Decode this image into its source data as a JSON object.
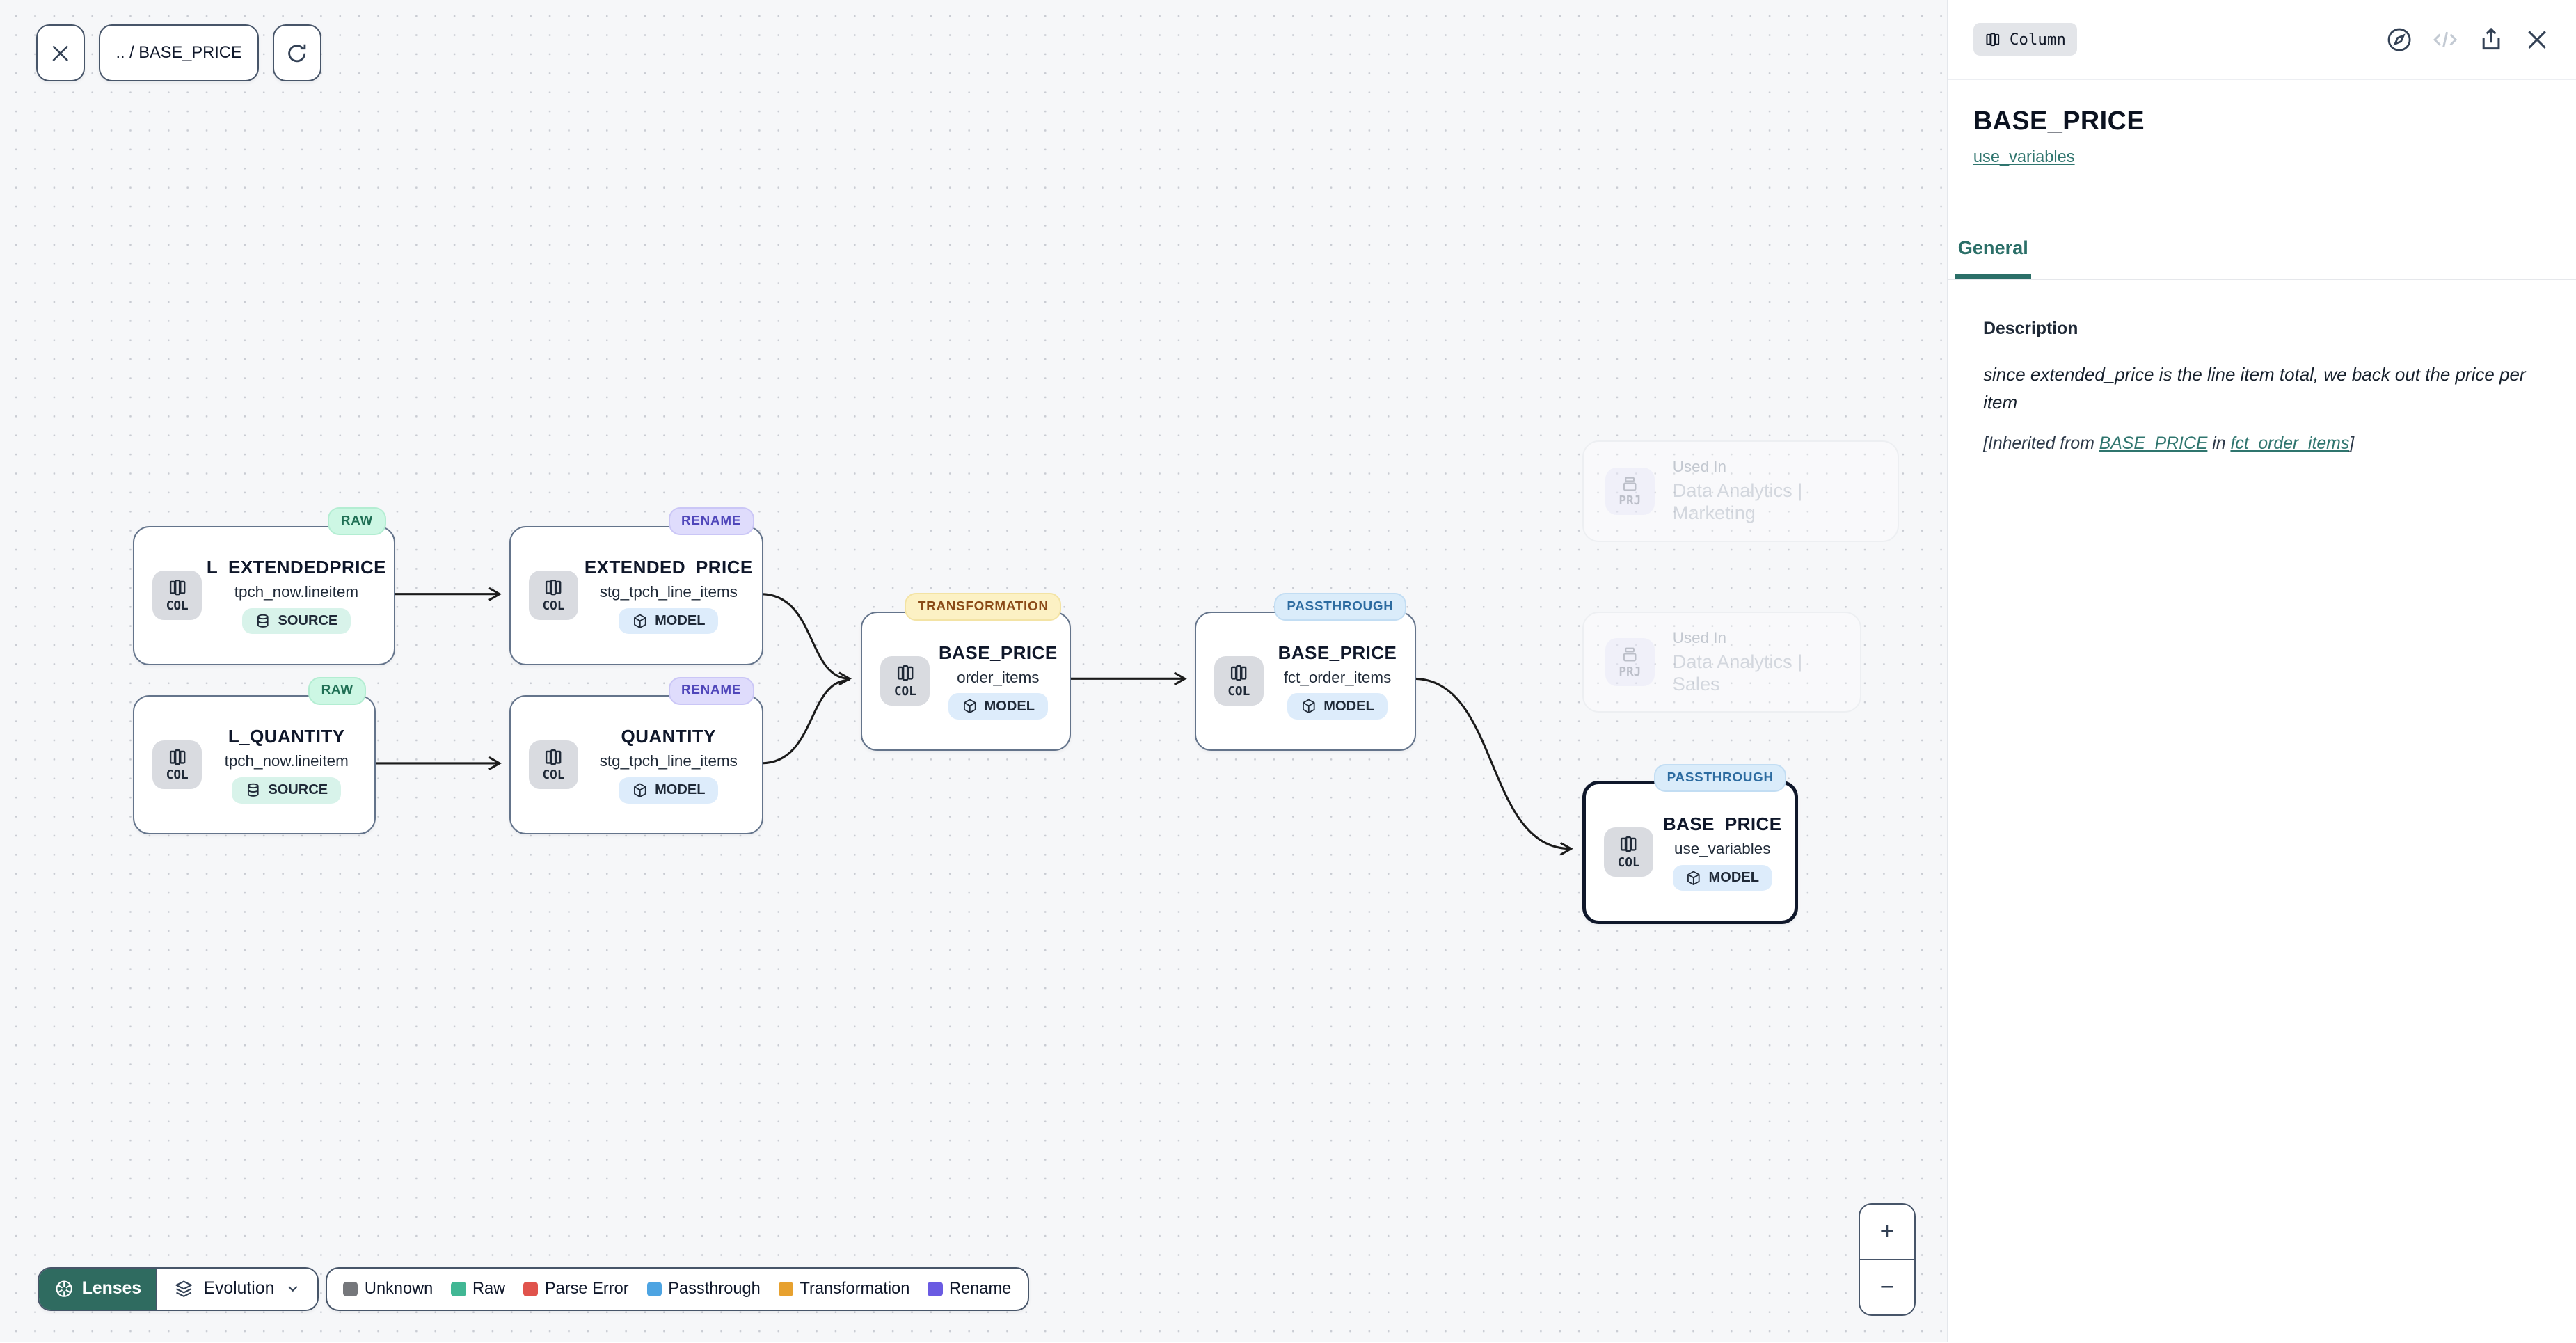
{
  "toolbar": {
    "breadcrumb": ".. / BASE_PRICE"
  },
  "canvas": {
    "column_chip_label": "COL",
    "used_in_chip_label": "PRJ",
    "nodes": [
      {
        "badge": "RAW",
        "title": "L_EXTENDEDPRICE",
        "subtitle": "tpch_now.lineitem",
        "kind": "SOURCE",
        "selected": false
      },
      {
        "badge": "RENAME",
        "title": "EXTENDED_PRICE",
        "subtitle": "stg_tpch_line_items",
        "kind": "MODEL",
        "selected": false
      },
      {
        "badge": "RAW",
        "title": "L_QUANTITY",
        "subtitle": "tpch_now.lineitem",
        "kind": "SOURCE",
        "selected": false
      },
      {
        "badge": "RENAME",
        "title": "QUANTITY",
        "subtitle": "stg_tpch_line_items",
        "kind": "MODEL",
        "selected": false
      },
      {
        "badge": "TRANSFORMATION",
        "title": "BASE_PRICE",
        "subtitle": "order_items",
        "kind": "MODEL",
        "selected": false
      },
      {
        "badge": "PASSTHROUGH",
        "title": "BASE_PRICE",
        "subtitle": "fct_order_items",
        "kind": "MODEL",
        "selected": false
      },
      {
        "badge": "PASSTHROUGH",
        "title": "BASE_PRICE",
        "subtitle": "use_variables",
        "kind": "MODEL",
        "selected": true
      }
    ],
    "used_in": [
      {
        "label": "Used In",
        "name": "Data Analytics | Marketing"
      },
      {
        "label": "Used In",
        "name": "Data Analytics | Sales"
      }
    ],
    "zoom_in": "+",
    "zoom_out": "−"
  },
  "lenses_bar": {
    "lenses_label": "Lenses",
    "lens_selected": "Evolution"
  },
  "legend": {
    "items": [
      {
        "label": "Unknown",
        "color": "#75777b"
      },
      {
        "label": "Raw",
        "color": "#41b794"
      },
      {
        "label": "Parse Error",
        "color": "#e0534c"
      },
      {
        "label": "Passthrough",
        "color": "#4da4e2"
      },
      {
        "label": "Transformation",
        "color": "#e7a12f"
      },
      {
        "label": "Rename",
        "color": "#6a5be2"
      }
    ]
  },
  "panel": {
    "type_badge": "Column",
    "title": "BASE_PRICE",
    "subtitle_link": "use_variables",
    "tabs": [
      {
        "label": "General",
        "active": true
      }
    ],
    "description": {
      "heading": "Description",
      "text": "since extended_price is the line item total, we back out the price per item",
      "inherited_prefix": "[Inherited from ",
      "inherited_link1": "BASE_PRICE",
      "inherited_mid": " in ",
      "inherited_link2": "fct_order_items",
      "inherited_suffix": "]"
    }
  },
  "colors": {
    "accent_teal": "#2f756e",
    "lenses_button": "#2f6b60",
    "edge": "#1b1b1b",
    "badge_raw_bg": "#cdf7e4",
    "badge_rename_bg": "#dfdcfc",
    "badge_transformation_bg": "#fcf1c4",
    "badge_passthrough_bg": "#daecfa"
  }
}
